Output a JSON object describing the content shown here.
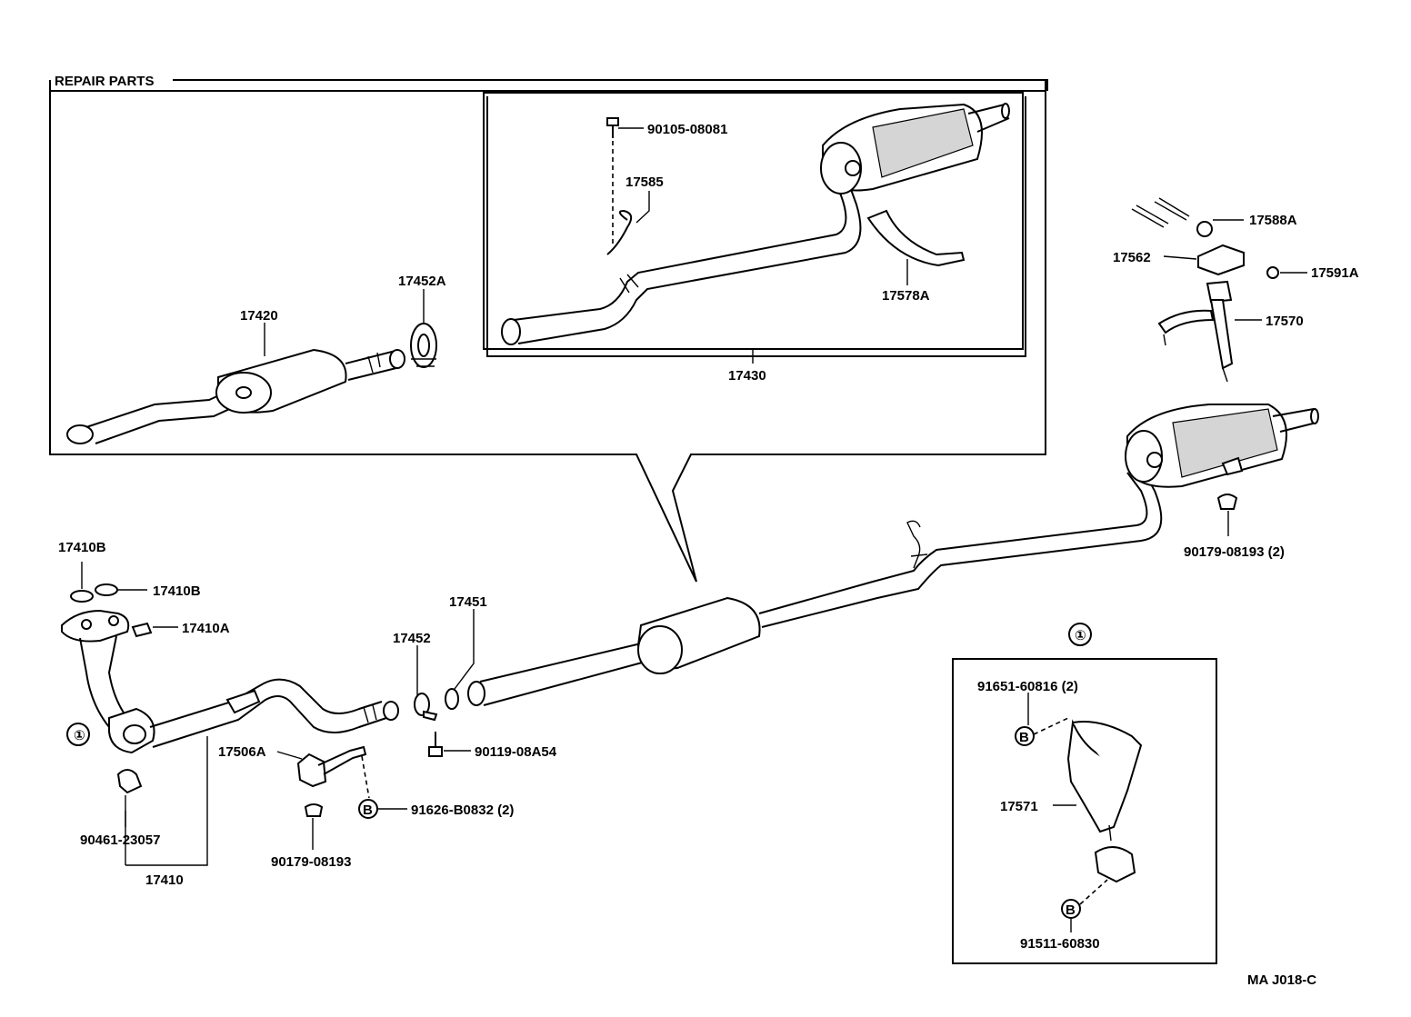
{
  "diagram": {
    "title": "REPAIR PARTS",
    "drawing_code": "MA  J018-C",
    "detail_marker": "①",
    "bolt_marker": "B",
    "parts": {
      "p17420": "17420",
      "p17452A": "17452A",
      "p90105": "90105-08081",
      "p17585": "17585",
      "p17578A": "17578A",
      "p17430": "17430",
      "p17588A": "17588A",
      "p17562": "17562",
      "p17591A": "17591A",
      "p17570": "17570",
      "p90179_2": "90179-08193 (2)",
      "p17410B_a": "17410B",
      "p17410B_b": "17410B",
      "p17410A": "17410A",
      "p17451": "17451",
      "p17452": "17452",
      "p90119": "90119-08A54",
      "p17506A": "17506A",
      "p91626": "91626-B0832 (2)",
      "p90461": "90461-23057",
      "p90179": "90179-08193",
      "p17410": "17410",
      "p91651": "91651-60816 (2)",
      "p17571": "17571",
      "p91511": "91511-60830"
    }
  }
}
